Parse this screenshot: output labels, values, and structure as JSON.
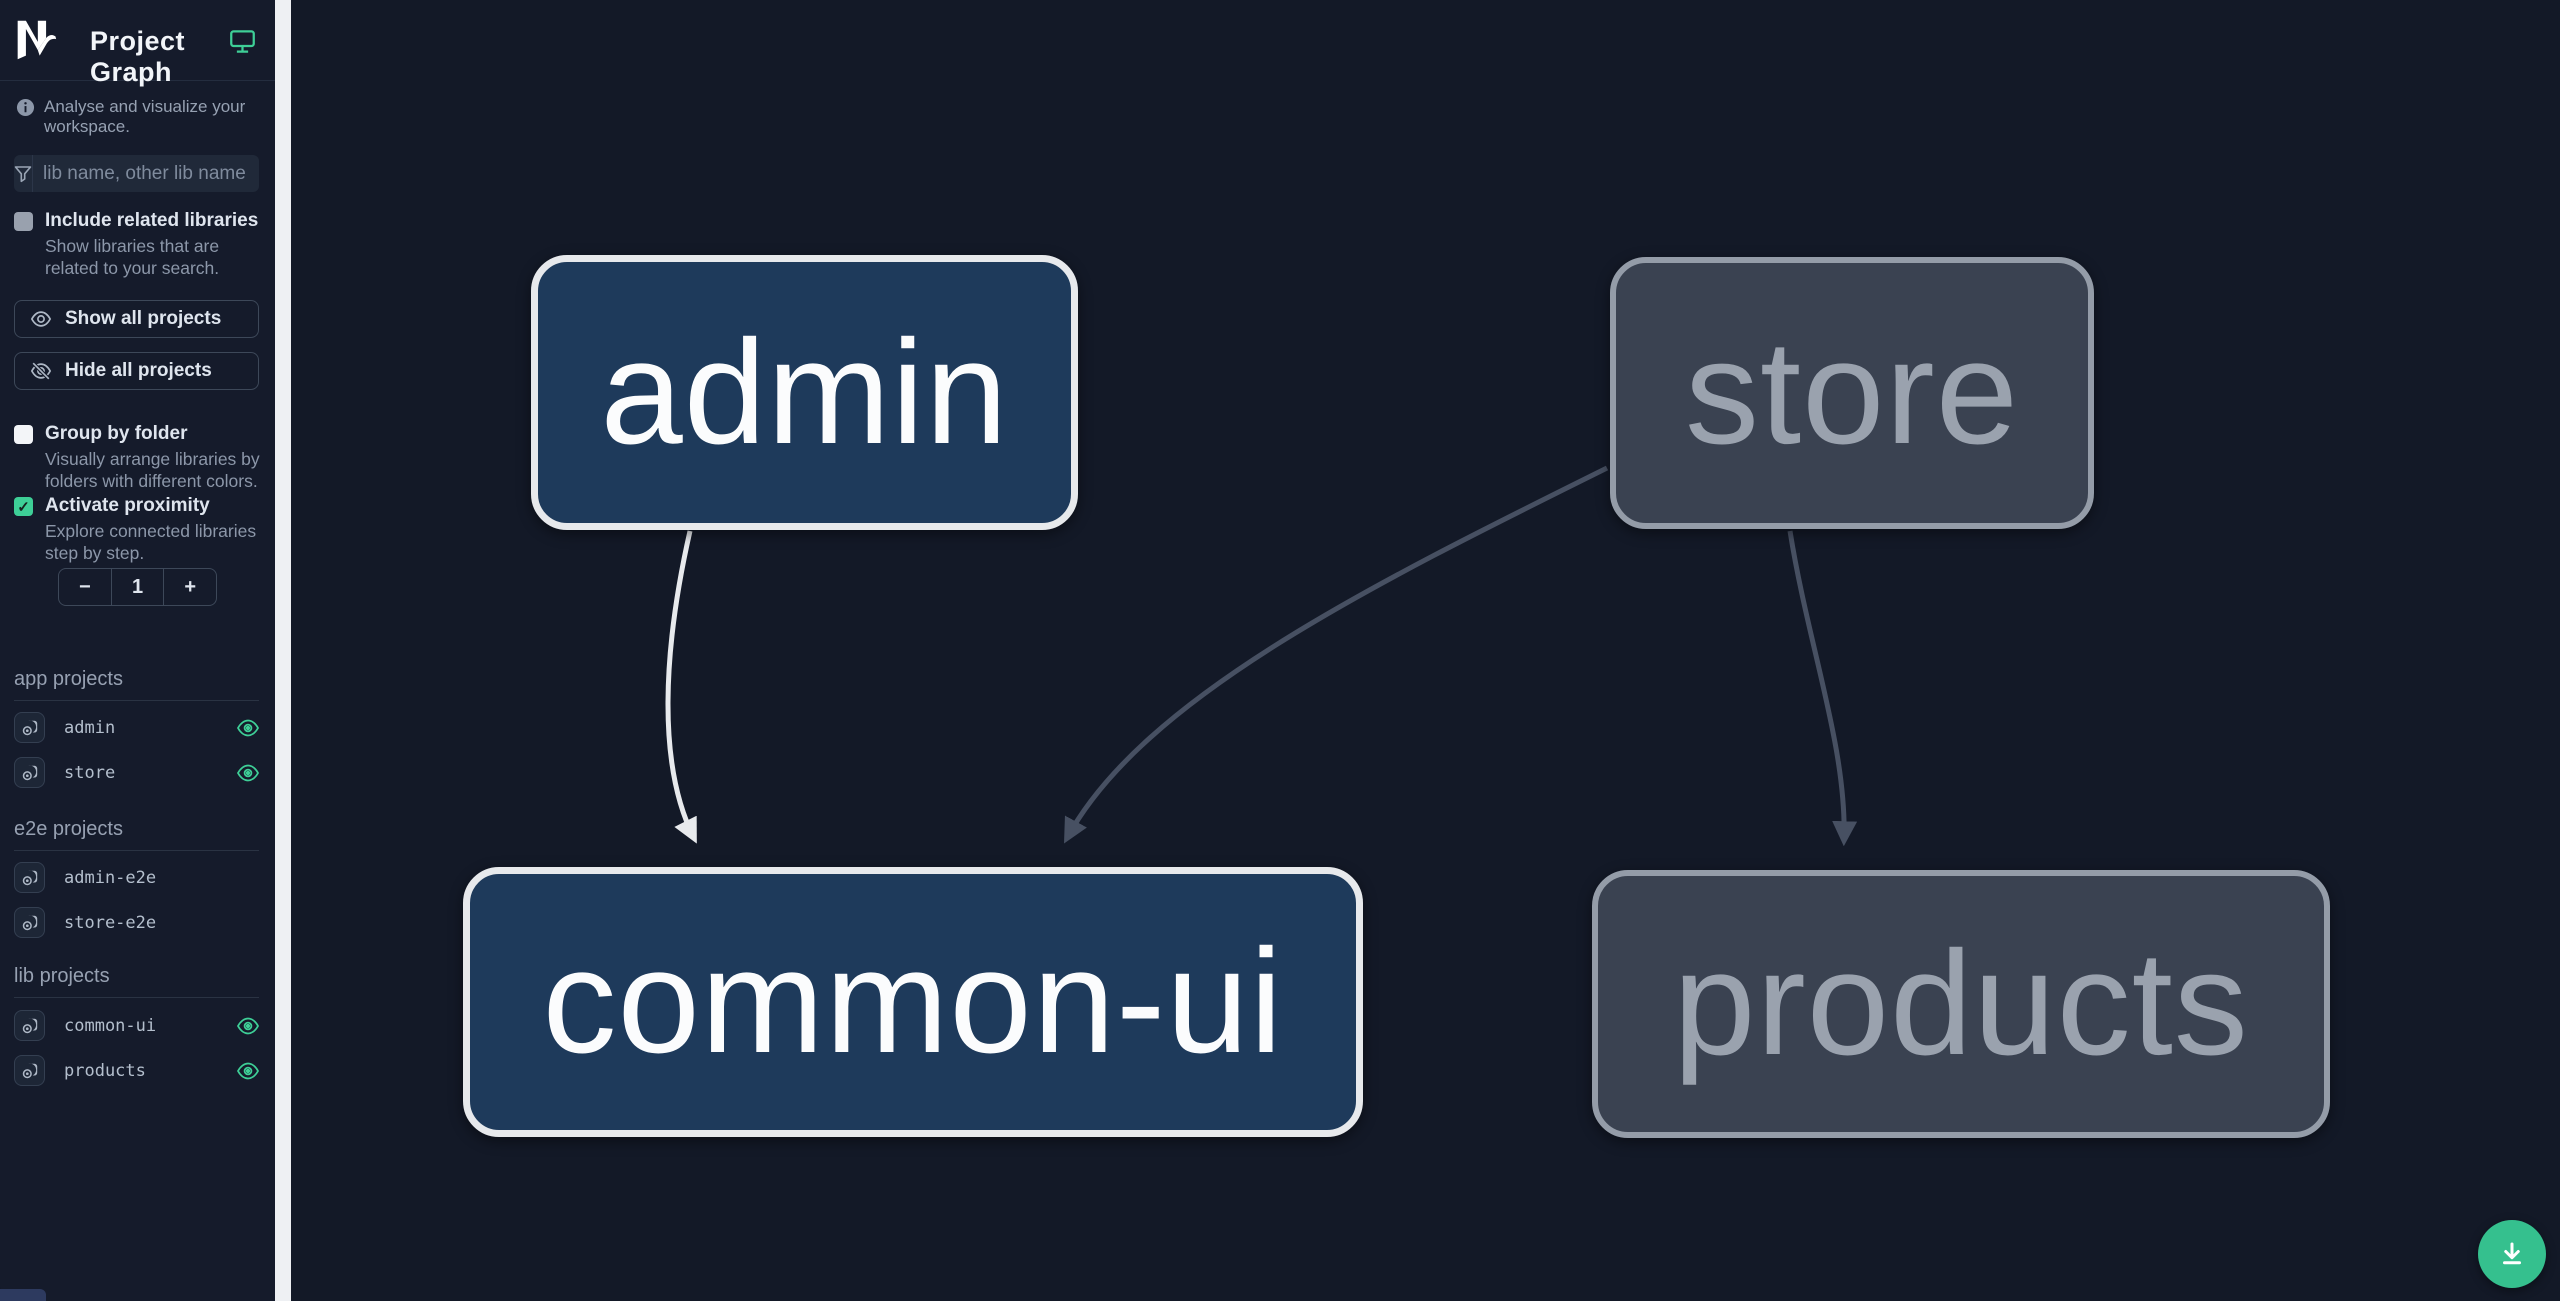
{
  "header": {
    "title": "Project Graph",
    "logo_icon": "nx-logo",
    "theme_icon": "monitor-icon"
  },
  "sidebar": {
    "tagline": "Analyse and visualize your workspace.",
    "filter": {
      "value": "",
      "placeholder": "lib name, other lib name"
    },
    "checkboxes": [
      {
        "label": "Include related libraries",
        "description": "Show libraries that are related to your search.",
        "checked": false
      },
      {
        "label": "Group by folder",
        "description": "Visually arrange libraries by folders with different colors.",
        "checked": false
      },
      {
        "label": "Activate proximity",
        "description": "Explore connected libraries step by step.",
        "checked": true,
        "check_glyph": "✓"
      }
    ],
    "buttons": [
      {
        "label": "Show all projects",
        "icon": "eye-icon"
      },
      {
        "label": "Hide all projects",
        "icon": "eye-off-icon"
      }
    ],
    "proximity_stepper": {
      "decrement": "−",
      "value": "1",
      "increment": "+"
    },
    "sections": [
      {
        "title": "app projects",
        "items": [
          {
            "name": "admin",
            "eye_visible": true
          },
          {
            "name": "store",
            "eye_visible": true
          }
        ]
      },
      {
        "title": "e2e projects",
        "items": [
          {
            "name": "admin-e2e",
            "eye_visible": false
          },
          {
            "name": "store-e2e",
            "eye_visible": false
          }
        ]
      },
      {
        "title": "lib projects",
        "items": [
          {
            "name": "common-ui",
            "eye_visible": true
          },
          {
            "name": "products",
            "eye_visible": true
          }
        ]
      }
    ]
  },
  "graph": {
    "nodes": [
      {
        "id": "admin",
        "label": "admin",
        "state": "highlighted"
      },
      {
        "id": "store",
        "label": "store",
        "state": "dimmed"
      },
      {
        "id": "common-ui",
        "label": "common-ui",
        "state": "highlighted"
      },
      {
        "id": "products",
        "label": "products",
        "state": "dimmed"
      }
    ],
    "edges": [
      {
        "source": "admin",
        "target": "common-ui",
        "state": "highlighted"
      },
      {
        "source": "store",
        "target": "common-ui",
        "state": "dimmed"
      },
      {
        "source": "store",
        "target": "products",
        "state": "dimmed"
      }
    ]
  },
  "fab": {
    "icon": "download-icon"
  },
  "colors": {
    "sidebar_bg": "#151b2b",
    "canvas_bg": "#131927",
    "accent_green": "#3ecf97",
    "fab_green": "#35c08e",
    "node_highlight_fill": "#1e3a5b",
    "node_highlight_border": "#e7e9ec",
    "node_dim_fill": "#3a4251",
    "node_dim_border": "#949ca8",
    "edge_highlight": "#e8eaed",
    "edge_dim": "#475062"
  }
}
